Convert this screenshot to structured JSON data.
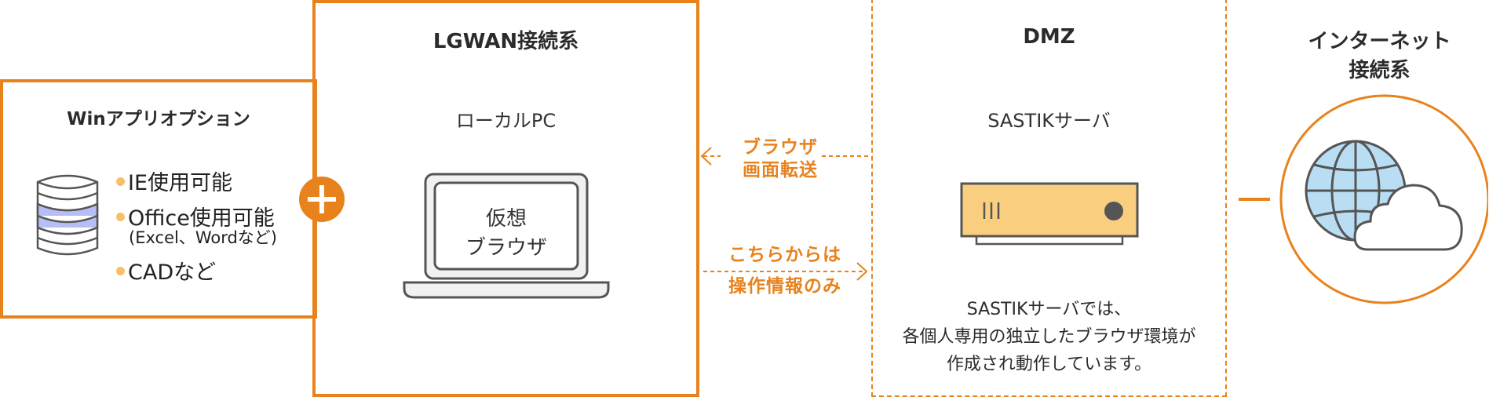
{
  "win_option": {
    "title": "Winアプリオプション",
    "bullets": [
      "IE使用可能",
      "Office使用可能",
      "CADなど"
    ],
    "office_note": "(Excel、Wordなど)"
  },
  "lgwan": {
    "title": "LGWAN接続系",
    "local_pc_label": "ローカルPC",
    "screen_text_line1": "仮想",
    "screen_text_line2": "ブラウザ"
  },
  "arrows": {
    "top_line1": "ブラウザ",
    "top_line2": "画面転送",
    "bottom_line1": "こちらからは",
    "bottom_line2": "操作情報のみ"
  },
  "dmz": {
    "title": "DMZ",
    "server_label": "SASTIKサーバ",
    "desc_line1": "SASTIKサーバでは、",
    "desc_line2": "各個人専用の独立したブラウザ環境が",
    "desc_line3": "作成され動作しています。"
  },
  "internet": {
    "title_line1": "インターネット",
    "title_line2": "接続系"
  },
  "colors": {
    "accent": "#e8821c",
    "server_fill": "#f9cf7f",
    "db_highlight": "#b7bdf6",
    "globe_fill": "#b9def4",
    "bullet_dot": "#f5c06a"
  },
  "icons": [
    "database-icon",
    "plus-icon",
    "laptop-icon",
    "server-icon",
    "globe-icon",
    "cloud-icon"
  ]
}
